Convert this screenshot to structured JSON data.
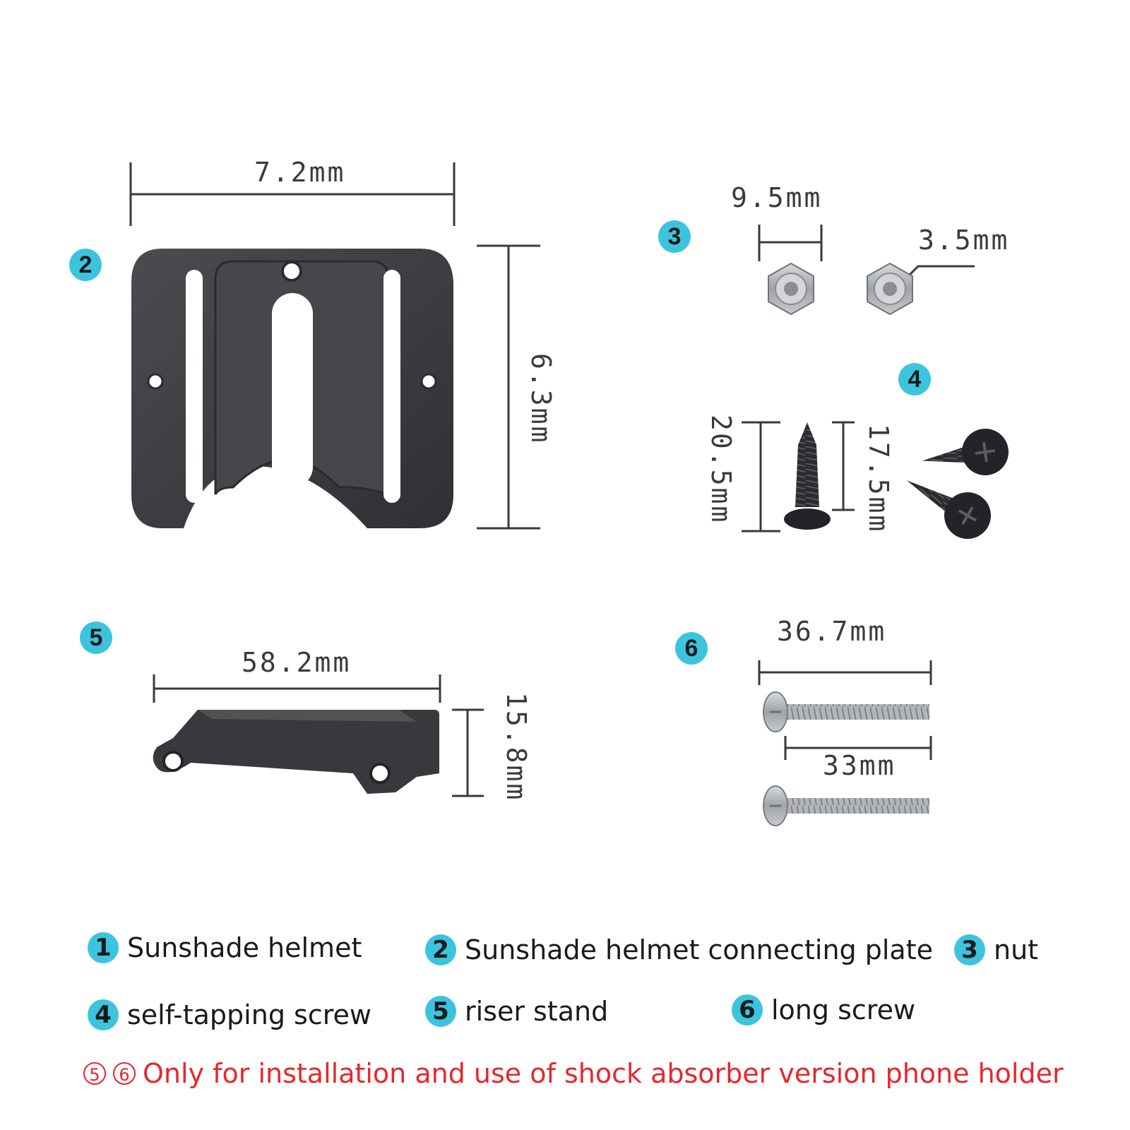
{
  "colors": {
    "badge": "#3cc4df",
    "part": "#3d3f43",
    "metal": "#b9bcbf",
    "line": "#3a3a3a",
    "note": "#e8262c"
  },
  "badges": {
    "b2": "2",
    "b3": "3",
    "b4": "4",
    "b5": "5",
    "b6": "6"
  },
  "dims": {
    "plate_width": "7.2mm",
    "plate_height": "6.3mm",
    "nut_width": "9.5mm",
    "nut_hole": "3.5mm",
    "screw_total": "20.5mm",
    "screw_thread": "17.5mm",
    "riser_width": "58.2mm",
    "riser_height": "15.8mm",
    "long_screw_total": "36.7mm",
    "long_screw_thread": "33mm"
  },
  "legend": [
    {
      "num": "1",
      "label": "Sunshade helmet"
    },
    {
      "num": "2",
      "label": "Sunshade helmet connecting plate"
    },
    {
      "num": "3",
      "label": "nut"
    },
    {
      "num": "4",
      "label": "self-tapping screw"
    },
    {
      "num": "5",
      "label": "riser stand"
    },
    {
      "num": "6",
      "label": "long screw"
    }
  ],
  "note": {
    "c1": "5",
    "c2": "6",
    "text": "Only for installation and use of shock absorber version phone holder"
  }
}
